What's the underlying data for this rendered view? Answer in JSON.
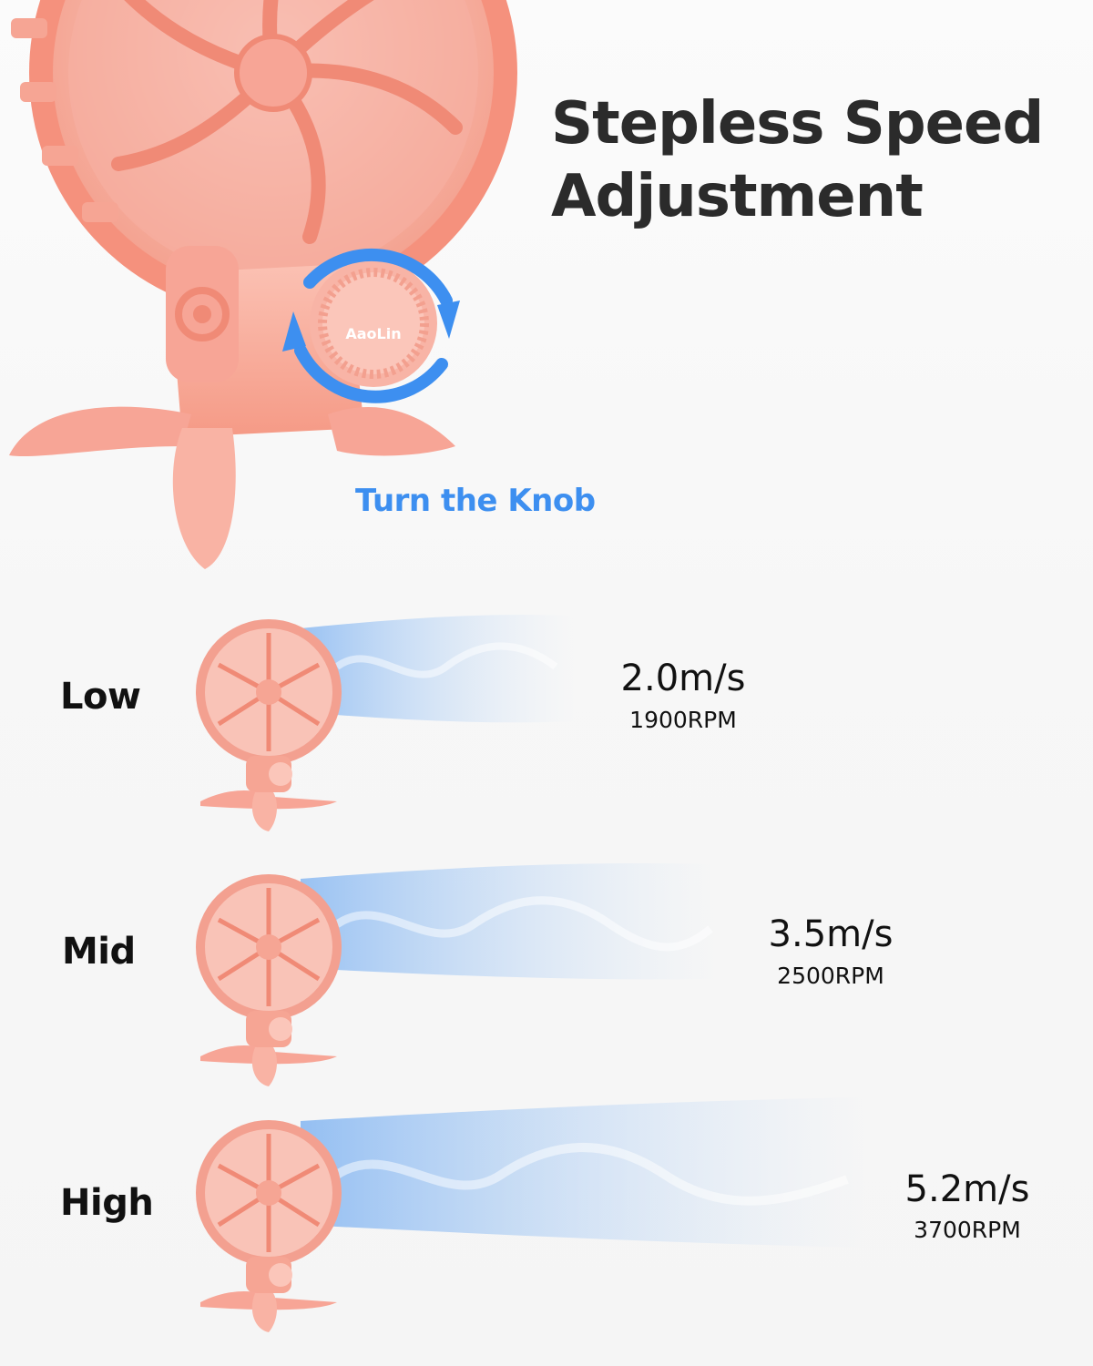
{
  "headline": {
    "line1": "Stepless Speed",
    "line2": "Adjustment"
  },
  "knob": {
    "caption": "Turn the Knob",
    "brand": "AaoLin"
  },
  "levels": [
    {
      "label": "Low",
      "speed": "2.0m/s",
      "rpm": "1900RPM"
    },
    {
      "label": "Mid",
      "speed": "3.5m/s",
      "rpm": "2500RPM"
    },
    {
      "label": "High",
      "speed": "5.2m/s",
      "rpm": "3700RPM"
    }
  ],
  "colors": {
    "fan_pink": "#f7a596",
    "accent_blue": "#3d8ff0",
    "airflow_blue": "#a9ccf5",
    "text": "#2b2b2b"
  },
  "icons": [
    "fan-hero-image",
    "rotation-arrows-icon",
    "fan-icon",
    "airflow-stream"
  ]
}
